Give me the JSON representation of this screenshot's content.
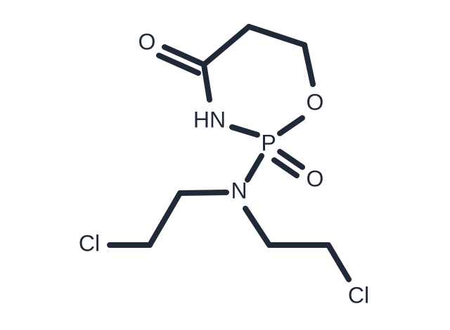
{
  "molecule": {
    "atoms": [
      {
        "id": "o_carbonyl",
        "label": "O"
      },
      {
        "id": "nh",
        "label": "HN"
      },
      {
        "id": "o_ring",
        "label": "O"
      },
      {
        "id": "p",
        "label": "P"
      },
      {
        "id": "o_phosphoryl",
        "label": "O"
      },
      {
        "id": "n_mustard",
        "label": "N"
      },
      {
        "id": "cl_left",
        "label": "Cl"
      },
      {
        "id": "cl_right",
        "label": "Cl"
      }
    ]
  },
  "colors": {
    "bond": "#1f2937",
    "text": "#1f2937",
    "background": "#ffffff"
  }
}
